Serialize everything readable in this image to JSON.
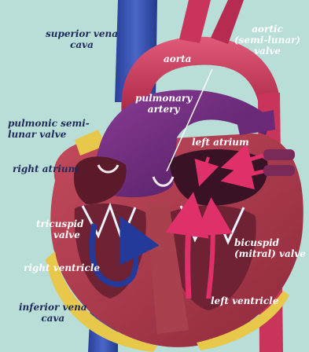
{
  "labels": {
    "superior_vena_cava": [
      "superior vena",
      "cava"
    ],
    "aorta": "aorta",
    "aortic_valve": [
      "aortic",
      "(semi-lunar)",
      "valve"
    ],
    "pulmonary_artery": [
      "pulmonary",
      "artery"
    ],
    "pulmonic_valve": [
      "pulmonic semi-",
      "lunar valve"
    ],
    "left_atrium": "left atrium",
    "right_atrium": "right atrium",
    "tricuspid_valve": [
      "tricuspid",
      "valve"
    ],
    "right_ventricle": "right ventricle",
    "bicuspid_valve": [
      "bicuspid",
      "(mitral) valve"
    ],
    "inferior_vena_cava": [
      "inferior vena",
      "cava"
    ],
    "left_ventricle": "left ventricle"
  },
  "colors": {
    "background": "#b9ddd7",
    "vena_cava": "#2f4aa8",
    "aorta": "#c8345a",
    "pulmonary_artery": "#6b2a78",
    "heart_muscle": "#b43a4e",
    "fat": "#e8c84a",
    "oxygenated_arrow": "#e0306a",
    "deoxygenated_arrow": "#243a9a"
  }
}
